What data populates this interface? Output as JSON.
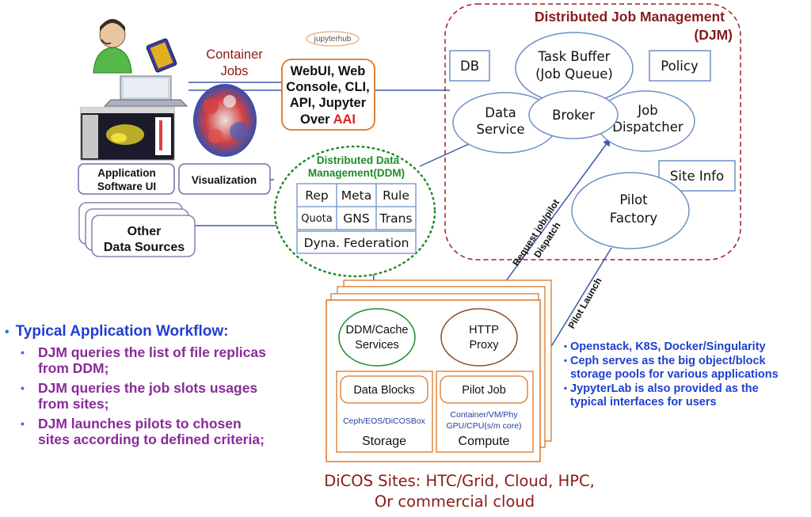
{
  "container_jobs": [
    "Container",
    "Jobs"
  ],
  "jupyterhub_logo": "jupyterhub",
  "webui_box": {
    "lines": [
      "WebUI, Web",
      "Console, CLI,",
      "API, Jupyter"
    ],
    "last_prefix": "Over ",
    "last_highlight": "AAI"
  },
  "djm": {
    "title_line1": "Distributed Job Management",
    "title_line2": "(DJM)",
    "db": "DB",
    "task_buffer": [
      "Task Buffer",
      "(Job Queue)"
    ],
    "policy": "Policy",
    "broker": "Broker",
    "data_service": [
      "Data",
      "Service"
    ],
    "job_dispatcher": [
      "Job",
      "Dispatcher"
    ],
    "site_info": "Site Info",
    "pilot_factory": [
      "Pilot",
      "Factory"
    ]
  },
  "ddm": {
    "title": [
      "Distributed Data",
      "Management(DDM)"
    ],
    "cells": [
      [
        "Rep",
        "Meta",
        "Rule"
      ],
      [
        "Quota",
        "GNS",
        "Trans"
      ]
    ],
    "federation": "Dyna. Federation"
  },
  "left": {
    "application_ui": [
      "Application",
      "Software UI"
    ],
    "visualization": "Visualization",
    "other_sources": [
      "Other",
      "Data Sources"
    ]
  },
  "site": {
    "ddm_cache": [
      "DDM/Cache",
      "Services"
    ],
    "http_proxy": [
      "HTTP",
      "Proxy"
    ],
    "data_blocks": "Data Blocks",
    "storage_tech": "Ceph/EOS/DiCOSBox",
    "storage": "Storage",
    "pilot_job": "Pilot Job",
    "compute_tech": [
      "Container/VM/Phy",
      "GPU/CPU(s/m core)"
    ],
    "compute": "Compute"
  },
  "arrows": {
    "request": [
      "Request job/pilot",
      "Dispatch"
    ],
    "pilot_launch": "Pilot Launch"
  },
  "workflow": {
    "heading": "Typical Application Workflow:",
    "items": [
      [
        "DJM queries the list of file replicas",
        "from DDM;"
      ],
      [
        "DJM queries the job slots usages",
        "from sites;"
      ],
      [
        "DJM launches pilots to chosen",
        "sites according to defined criteria;"
      ]
    ]
  },
  "tech_notes": [
    [
      "Openstack, K8S, Docker/Singularity"
    ],
    [
      "Ceph serves as the big object/block",
      "storage pools for various applications"
    ],
    [
      "JypyterLab is also provided as the",
      "typical interfaces for users"
    ]
  ],
  "caption": [
    "DiCOS Sites: HTC/Grid, Cloud, HPC,",
    "Or commercial cloud"
  ],
  "colors": {
    "dark_red": "#8b1a1a",
    "ellipse_stroke": "#6f8fc8",
    "ddm_green": "#1f8a2a",
    "site_orange": "#d9752a",
    "blue_text": "#1f3fd0",
    "purple_text": "#8a2a9a"
  }
}
